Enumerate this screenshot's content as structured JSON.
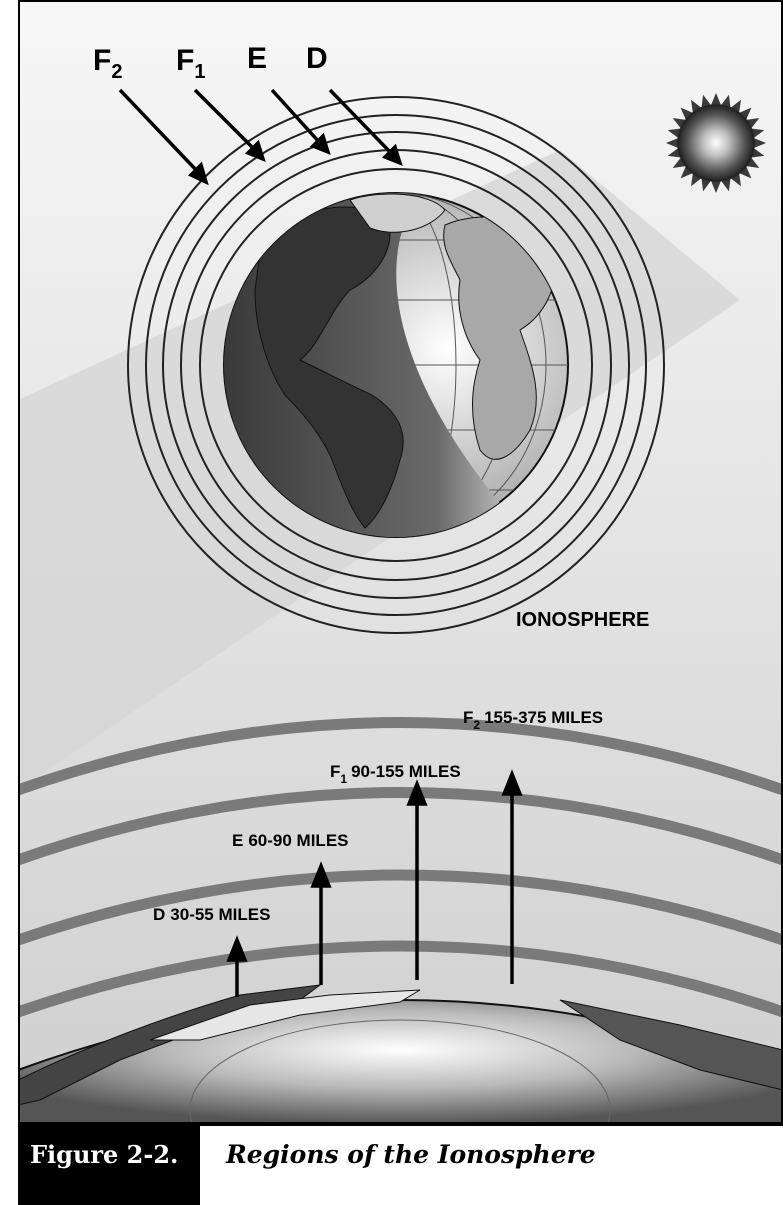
{
  "layers": [
    {
      "letter": "F",
      "sub": "2"
    },
    {
      "letter": "F",
      "sub": "1"
    },
    {
      "letter": "E",
      "sub": ""
    },
    {
      "letter": "D",
      "sub": ""
    }
  ],
  "heading": "IONOSPHERE",
  "altitudes": [
    {
      "letter": "D",
      "sub": "",
      "range": "30-55 MILES"
    },
    {
      "letter": "E",
      "sub": "",
      "range": "60-90 MILES"
    },
    {
      "letter": "F",
      "sub": "1",
      "range": "90-155 MILES"
    },
    {
      "letter": "F",
      "sub": "2",
      "range": "155-375 MILES"
    }
  ],
  "caption": {
    "label": "Figure 2-2.",
    "title": "Regions of the Ionosphere"
  },
  "colors": {
    "band": "#7a7a7a",
    "ink": "#000000"
  }
}
